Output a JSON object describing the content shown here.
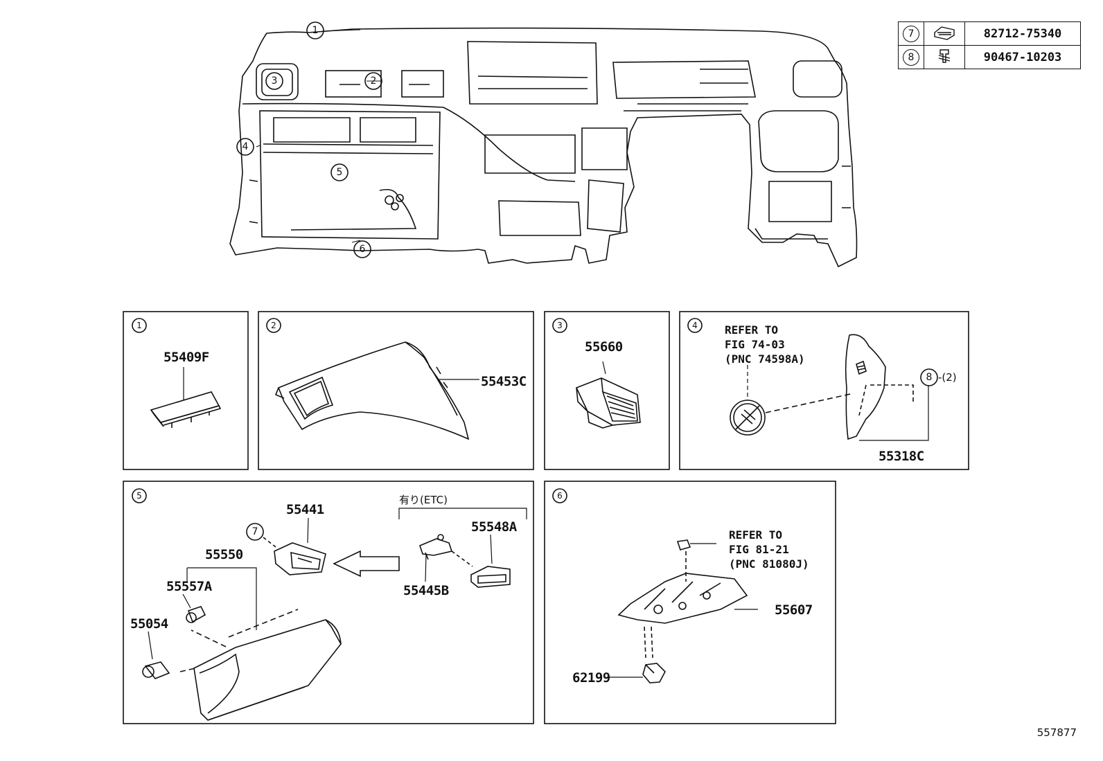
{
  "ref_table": [
    {
      "index": "7",
      "icon": "clip-icon",
      "part": "82712-75340"
    },
    {
      "index": "8",
      "icon": "retainer-icon",
      "part": "90467-10203"
    }
  ],
  "overview_callouts": [
    "1",
    "2",
    "3",
    "4",
    "5",
    "6"
  ],
  "panels": {
    "p1": {
      "index": "1",
      "part": "55409F"
    },
    "p2": {
      "index": "2",
      "part": "55453C"
    },
    "p3": {
      "index": "3",
      "part": "55660"
    },
    "p4": {
      "index": "4",
      "refer": "REFER TO\nFIG 74-03\n(PNC 74598A)",
      "fastener": "8",
      "qty": "-(2)",
      "part": "55318C"
    },
    "p5": {
      "index": "5",
      "option_label": "有り(ETC)",
      "clip": "7",
      "parts": [
        "55441",
        "55550",
        "55557A",
        "55054",
        "55548A",
        "55445B"
      ]
    },
    "p6": {
      "index": "6",
      "refer": "REFER TO\nFIG 81-21\n(PNC 81080J)",
      "parts": [
        "55607",
        "62199"
      ]
    }
  },
  "catalog_number": "557877"
}
